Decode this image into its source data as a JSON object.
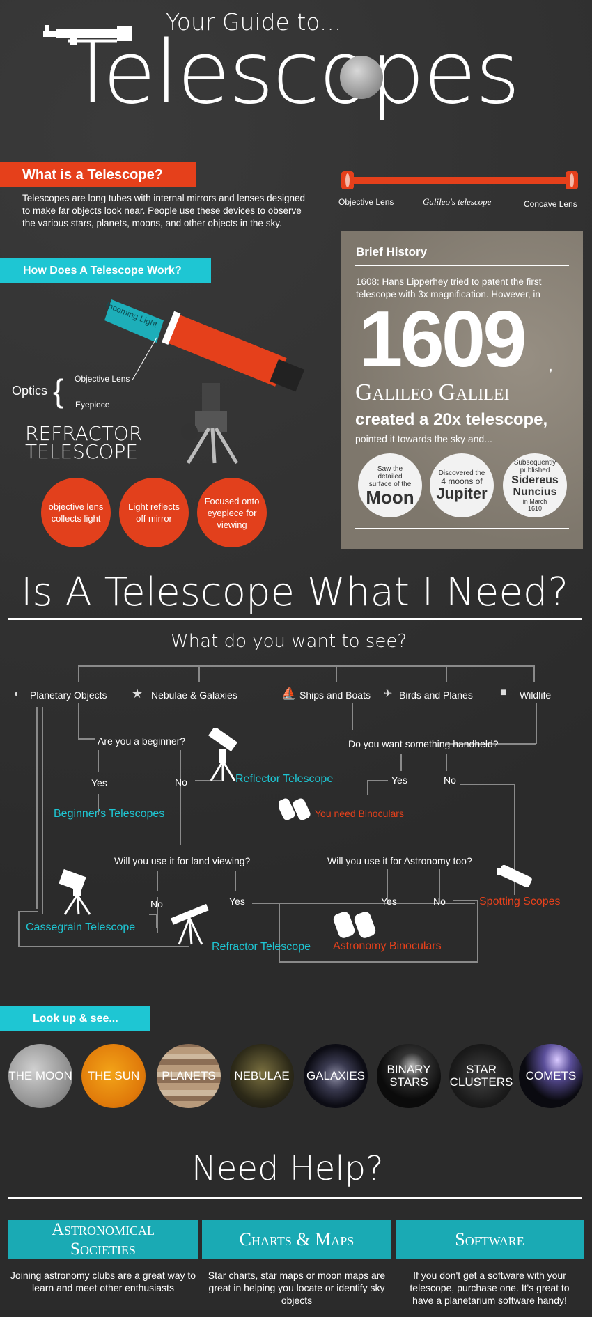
{
  "header": {
    "subtitle": "Your Guide to...",
    "title": "Telescopes"
  },
  "what": {
    "heading": "What is a Telescope?",
    "body": "Telescopes are long tubes with internal mirrors and lenses designed to make far objects look near. People use these devices to observe the various stars, planets, moons, and other objects in the sky."
  },
  "galileo_diagram": {
    "left": "Objective Lens",
    "center": "Galileo's telescope",
    "right": "Concave Lens"
  },
  "how": {
    "heading": "How Does A Telescope Work?",
    "beam": "Incoming Light",
    "optics": "Optics",
    "objective": "Objective Lens",
    "eyepiece": "Eyepiece",
    "type_line1": "REFRACTOR",
    "type_line2": "TELESCOPE",
    "steps": [
      "objective lens collects light",
      "Light reflects off mirror",
      "Focused onto eyepiece for viewing"
    ]
  },
  "history": {
    "title": "Brief History",
    "intro": "1608: Hans Lipperhey tried to patent the first telescope with 3x magnification. However, in",
    "year": "1609",
    "year_suffix": ",",
    "name": "Galileo Galilei",
    "created": "created a 20x telescope,",
    "pointed": "pointed it towards the sky and...",
    "circles": [
      {
        "small": "Saw the detailed surface of the",
        "big": "Moon"
      },
      {
        "small": "Discovered the",
        "mid": "4 moons of",
        "big": "Jupiter"
      },
      {
        "small": "Subsequently published",
        "big": "Sidereus Nuncius",
        "tail": "in March 1610"
      }
    ]
  },
  "need": {
    "title": "Is A Telescope What I Need?",
    "question": "What do you want to see?",
    "categories": [
      "Planetary Objects",
      "Nebulae & Galaxies",
      "Ships and Boats",
      "Birds and Planes",
      "Wildlife"
    ],
    "beginner_q": "Are you a beginner?",
    "handheld_q": "Do you want something handheld?",
    "yes": "Yes",
    "no": "No",
    "reflector": "Reflector Telescope",
    "beginners": "Beginner's Telescopes",
    "binoculars": "You need Binoculars",
    "land_q": "Will you use it for land viewing?",
    "astro_q": "Will you use it for Astronomy too?",
    "cassegrain": "Cassegrain Telescope",
    "refractor": "Refractor Telescope",
    "astro_bino": "Astronomy Binoculars",
    "spotting": "Spotting Scopes"
  },
  "look": {
    "heading": "Look up & see...",
    "items": [
      "THE MOON",
      "THE SUN",
      "PLANETS",
      "NEBULAE",
      "GALAXIES",
      "BINARY STARS",
      "STAR CLUSTERS",
      "COMETS"
    ]
  },
  "help": {
    "title": "Need Help?",
    "boxes": [
      {
        "title": "Astronomical Societies",
        "text": "Joining astronomy clubs are a great way to learn and meet other enthusiasts"
      },
      {
        "title": "Charts & Maps",
        "text": "Star charts, star maps or moon maps are great in helping you locate or identify sky objects"
      },
      {
        "title": "Software",
        "text": "If you don't get a software with your telescope, purchase one. It's great to have a planetarium software handy!"
      }
    ]
  },
  "colors": {
    "orange": "#e5401b",
    "cyan": "#1ec6d3",
    "teal": "#1aaab4",
    "background": "#2f2f2f"
  }
}
